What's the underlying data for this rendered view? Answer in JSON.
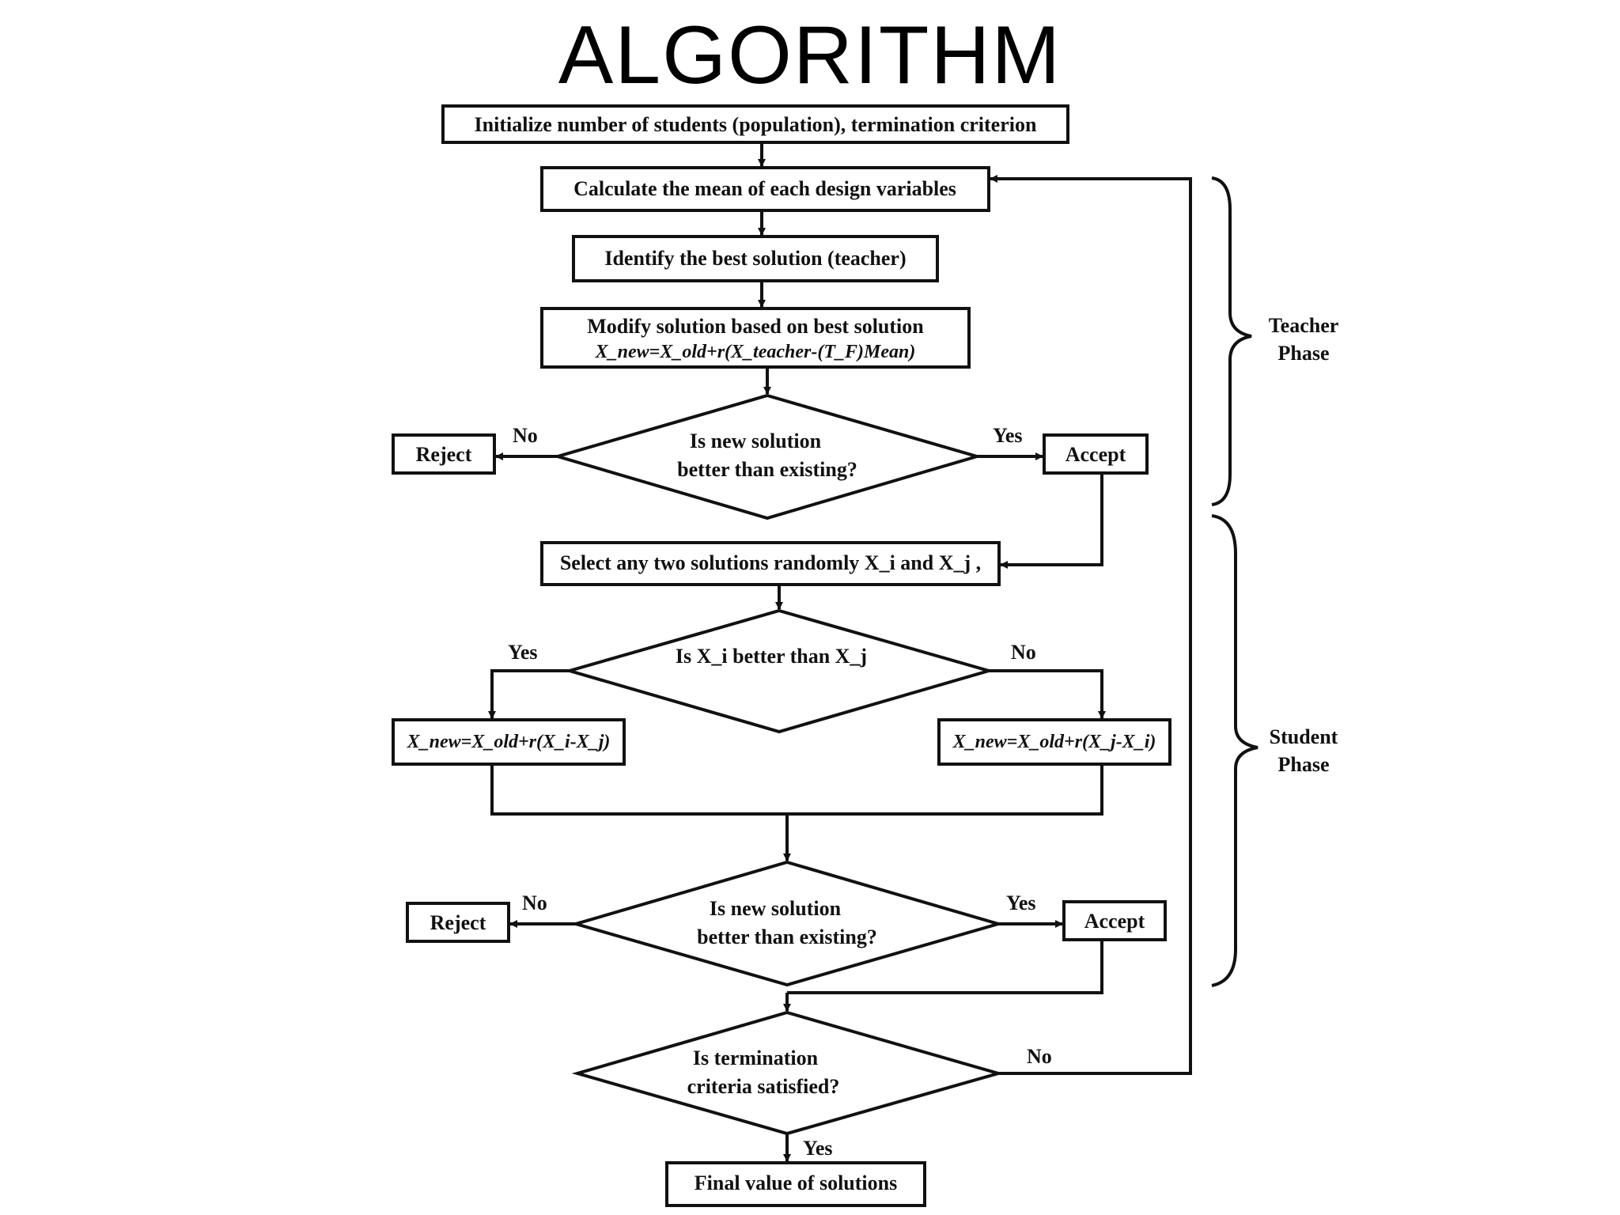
{
  "title": "ALGORITHM",
  "nodes": {
    "init": "Initialize number of students (population), termination criterion",
    "mean": "Calculate the mean of each design variables",
    "teacher": "Identify the best solution (teacher)",
    "modify_line1": "Modify solution based on best solution",
    "modify_line2": "X_new=X_old+r(X_teacher-(T_F)Mean)",
    "decision1_line1": "Is new solution",
    "decision1_line2": "better than existing?",
    "reject1": "Reject",
    "accept1": "Accept",
    "select": "Select any two solutions randomly X_i and X_j ,",
    "decision2": "Is X_i better than X_j",
    "update_left": "X_new=X_old+r(X_i-X_j)",
    "update_right": "X_new=X_old+r(X_j-X_i)",
    "decision3_line1": "Is new solution",
    "decision3_line2": "better than existing?",
    "reject2": "Reject",
    "accept2": "Accept",
    "decision4_line1": "Is termination",
    "decision4_line2": "criteria satisfied?",
    "final": "Final value of solutions"
  },
  "edge_labels": {
    "d1_no": "No",
    "d1_yes": "Yes",
    "d2_yes": "Yes",
    "d2_no": "No",
    "d3_no": "No",
    "d3_yes": "Yes",
    "d4_no": "No",
    "d4_yes": "Yes"
  },
  "phases": {
    "teacher_line1": "Teacher",
    "teacher_line2": "Phase",
    "student_line1": "Student",
    "student_line2": "Phase"
  }
}
